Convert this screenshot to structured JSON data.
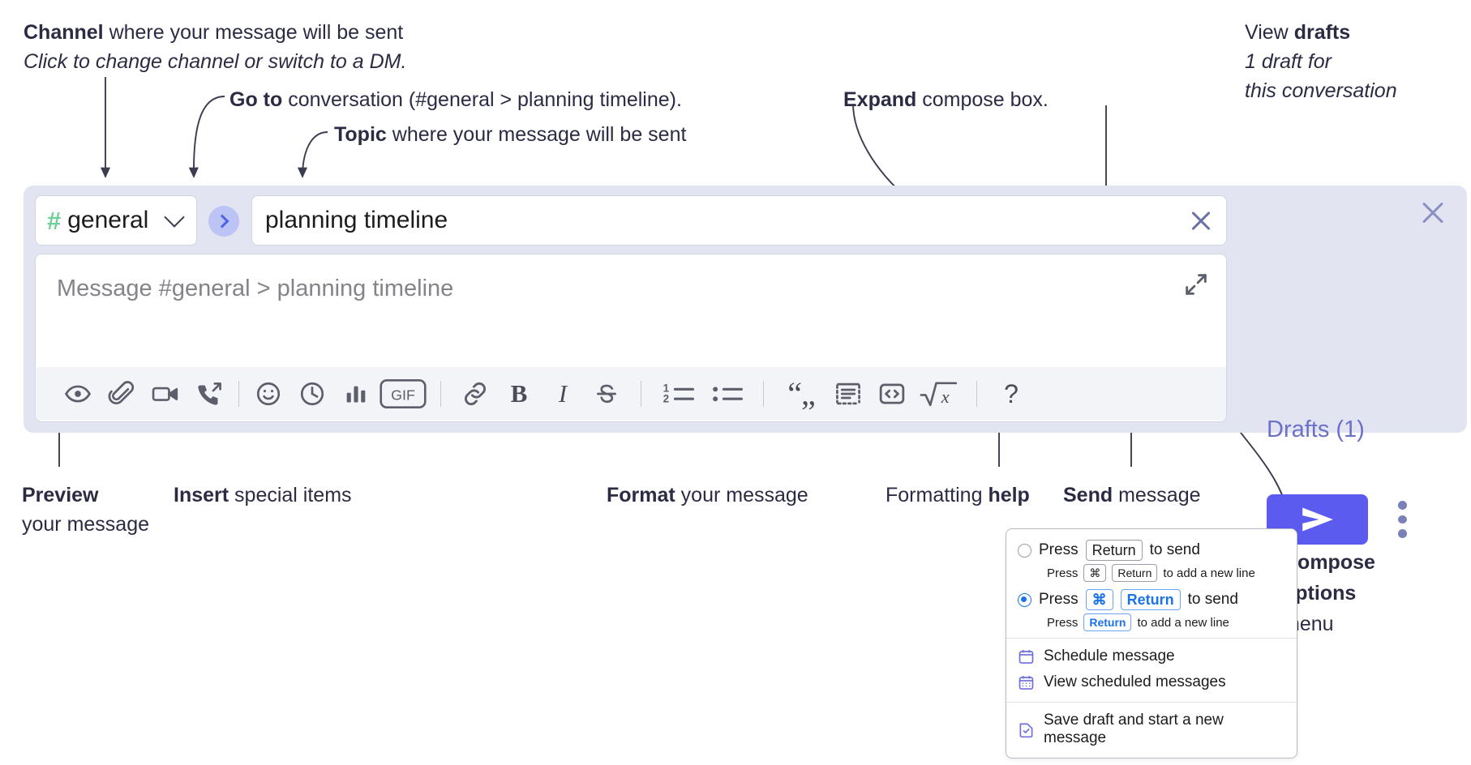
{
  "annotations": {
    "channel": {
      "bold": "Channel",
      "rest": " where your message will be sent",
      "italic": "Click to change channel or switch to a DM."
    },
    "goto": {
      "bold": "Go to",
      "rest": " conversation (#general > planning timeline)."
    },
    "topic": {
      "bold": "Topic",
      "rest": " where your message will be sent"
    },
    "expand": {
      "bold": "Expand",
      "rest": " compose box."
    },
    "drafts": {
      "bold_pre": "View ",
      "bold": "drafts",
      "italic1": "1 draft for",
      "italic2": "this conversation"
    },
    "preview": {
      "bold": "Preview",
      "rest": "your message"
    },
    "insert": {
      "bold": "Insert",
      "rest": " special items"
    },
    "format": {
      "bold": "Format",
      "rest": " your message"
    },
    "help": {
      "pre": "Formatting ",
      "bold": "help"
    },
    "send": {
      "bold": "Send",
      "rest": " message"
    },
    "compose_options": {
      "bold1": "Compose",
      "bold2": "options",
      "rest": "menu"
    }
  },
  "compose": {
    "channel_name": "general",
    "channel_hash": "#",
    "topic_value": "planning timeline",
    "message_placeholder": "Message #general > planning timeline",
    "drafts_label": "Drafts (1)",
    "toolbar_icons": [
      "eye-icon",
      "paperclip-icon",
      "video-camera-icon",
      "phone-forward-icon",
      "emoji-icon",
      "clock-icon",
      "bar-chart-icon",
      "gif-icon",
      "link-icon",
      "bold-icon",
      "italic-icon",
      "strikethrough-icon",
      "ordered-list-icon",
      "bullet-list-icon",
      "blockquote-icon",
      "code-block-icon",
      "code-icon",
      "math-icon",
      "help-icon"
    ]
  },
  "options_menu": {
    "option1": {
      "pre": "Press",
      "key": "Return",
      "post": "to send",
      "sub_pre": "Press",
      "sub_key1": "⌘",
      "sub_key2": "Return",
      "sub_post": "to add a new line",
      "selected": false
    },
    "option2": {
      "pre": "Press",
      "key1": "⌘",
      "key2": "Return",
      "post": "to send",
      "sub_pre": "Press",
      "sub_key": "Return",
      "sub_post": "to add a new line",
      "selected": true
    },
    "items": [
      {
        "label": "Schedule message",
        "icon": "calendar-icon"
      },
      {
        "label": "View scheduled messages",
        "icon": "calendar-grid-icon"
      },
      {
        "label": "Save draft and start a new message",
        "icon": "save-draft-icon"
      }
    ]
  },
  "colors": {
    "panel_bg": "#e2e4f2",
    "send_button": "#5b5bf0",
    "drafts_text": "#6b71c9",
    "hash_green": "#6fcf97",
    "goto_bg": "#bcc3f5",
    "accent_blue": "#1a73e8"
  }
}
